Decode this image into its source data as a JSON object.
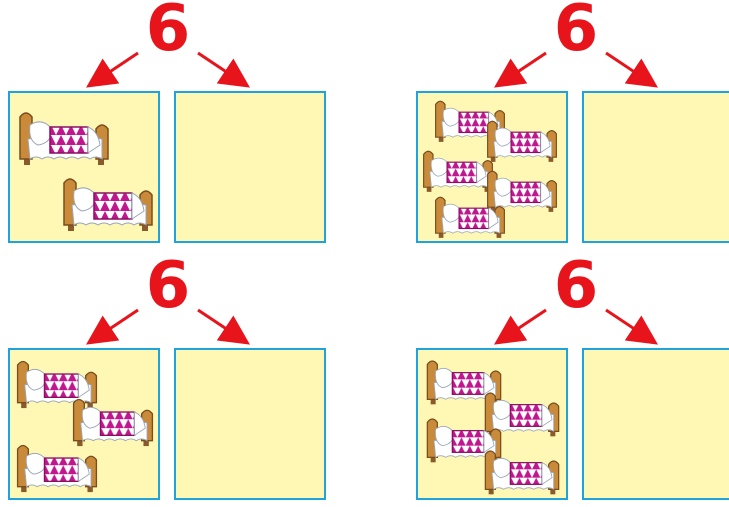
{
  "problems": [
    {
      "number": "6",
      "beds_shown": 2
    },
    {
      "number": "6",
      "beds_shown": 5
    },
    {
      "number": "6",
      "beds_shown": 3
    },
    {
      "number": "6",
      "beds_shown": 4
    }
  ],
  "colors": {
    "number": "#e8141c",
    "arrow": "#e8141c",
    "box_border": "#1ea3dc",
    "box_fill": "#fff8b5",
    "blanket": "#c0178f",
    "pillow": "#ffffff",
    "bed_frame": "#c98a3a"
  },
  "icons": {
    "bed": "bed-icon",
    "arrow": "arrow-icon"
  }
}
